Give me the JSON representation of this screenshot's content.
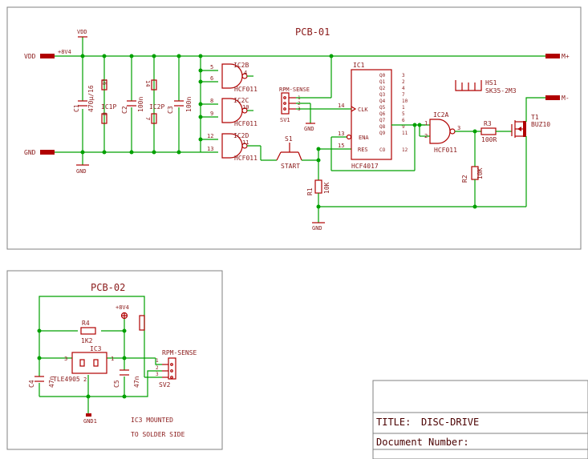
{
  "pcb1": {
    "title": "PCB-01",
    "labels": {
      "vdd_top": "VDD",
      "vdd_left": "VDD",
      "gnd_left": "GND",
      "gnd_sym1": "GND",
      "gnd_sym2": "GND",
      "gnd_sym3": "GND",
      "plus8v4": "+8V4",
      "m_plus": "M+",
      "m_minus": "M-"
    },
    "c1": {
      "name": "C1",
      "value": "470µ/16"
    },
    "c2": {
      "name": "C2",
      "value": "100n"
    },
    "c3": {
      "name": "C3",
      "value": "100n"
    },
    "ic1p": {
      "name": "IC1P",
      "pin_top": "16",
      "pin_bot": "8"
    },
    "ic2p": {
      "name": "IC2P",
      "pin_top": "14",
      "pin_bot": "7"
    },
    "ic2b": {
      "name": "IC2B",
      "part": "HCF011",
      "pins": [
        "5",
        "6",
        "4"
      ]
    },
    "ic2c": {
      "name": "IC2C",
      "part": "HCF011",
      "pins": [
        "8",
        "9",
        "10"
      ]
    },
    "ic2d": {
      "name": "IC2D",
      "part": "HCF011",
      "pins": [
        "12",
        "13",
        "11"
      ]
    },
    "ic2a": {
      "name": "IC2A",
      "part": "HCF011",
      "pins": [
        "1",
        "2",
        "3"
      ]
    },
    "sv1": {
      "title": "RPM-SENSE",
      "name": "SV1",
      "pins": [
        "1",
        "2",
        "3"
      ]
    },
    "s1": {
      "name": "S1",
      "label": "START"
    },
    "r1": {
      "name": "R1",
      "value": "10K"
    },
    "r2": {
      "name": "R2",
      "value": "10K"
    },
    "r3": {
      "name": "R3",
      "value": "100R"
    },
    "t1": {
      "name": "T1",
      "part": "BUZ10"
    },
    "hs1": {
      "name": "HS1",
      "part": "SK35-2M3"
    },
    "ic1": {
      "name": "IC1",
      "part": "HCF4017",
      "left_pins": [
        {
          "num": "14",
          "name": "CLK"
        },
        {
          "num": "13",
          "name": "ENA"
        },
        {
          "num": "15",
          "name": "RES"
        }
      ],
      "right_names": [
        "Q0",
        "Q1",
        "Q2",
        "Q3",
        "Q4",
        "Q5",
        "Q6",
        "Q7",
        "Q8",
        "Q9",
        "CO"
      ],
      "right_nums": [
        "3",
        "2",
        "4",
        "7",
        "10",
        "1",
        "5",
        "6",
        "9",
        "11",
        "12"
      ]
    }
  },
  "pcb2": {
    "title": "PCB-02",
    "r4": {
      "name": "R4",
      "value": "1K2"
    },
    "ic3": {
      "name": "IC3",
      "part": "TLE4905",
      "pin_left": "3",
      "pin_right": "1",
      "pin_bot": "2"
    },
    "c4": {
      "name": "C4",
      "value": "47n"
    },
    "c5": {
      "name": "C5",
      "value": "47n"
    },
    "sv2": {
      "title": "RPM-SENSE",
      "name": "SV2",
      "pins": [
        "1",
        "2",
        "3"
      ]
    },
    "plus8v4": "+8V4",
    "gnd": "GND1",
    "note1": "IC3 MOUNTED",
    "note2": "TO SOLDER SIDE"
  },
  "titleblock": {
    "title_label": "TITLE:",
    "title_value": "DISC-DRIVE",
    "doc_label": "Document Number:"
  }
}
